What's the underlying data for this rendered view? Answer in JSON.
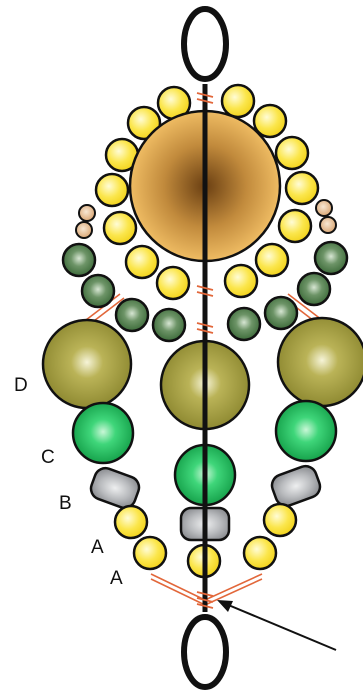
{
  "labels": {
    "d": "D",
    "c": "C",
    "b": "B",
    "a_upper": "A",
    "a_lower": "A"
  },
  "colors": {
    "background": "#ffffff",
    "outline": "#111111",
    "thread": "#e2673a",
    "yellow_bead": "#fbe64c",
    "focal_center": "#6a3f12",
    "focal_edge": "#efbc63",
    "tan_bead": "#e4b88a",
    "dark_green_bead": "#3d6b3a",
    "olive_pearl": "#8f8a32",
    "green_bead": "#1ebf5d",
    "gray_bead": "#a8aaae"
  },
  "icons": {
    "top_ring": "jump-ring-icon",
    "bottom_ring": "jump-ring-icon",
    "pointer": "arrow-icon"
  }
}
